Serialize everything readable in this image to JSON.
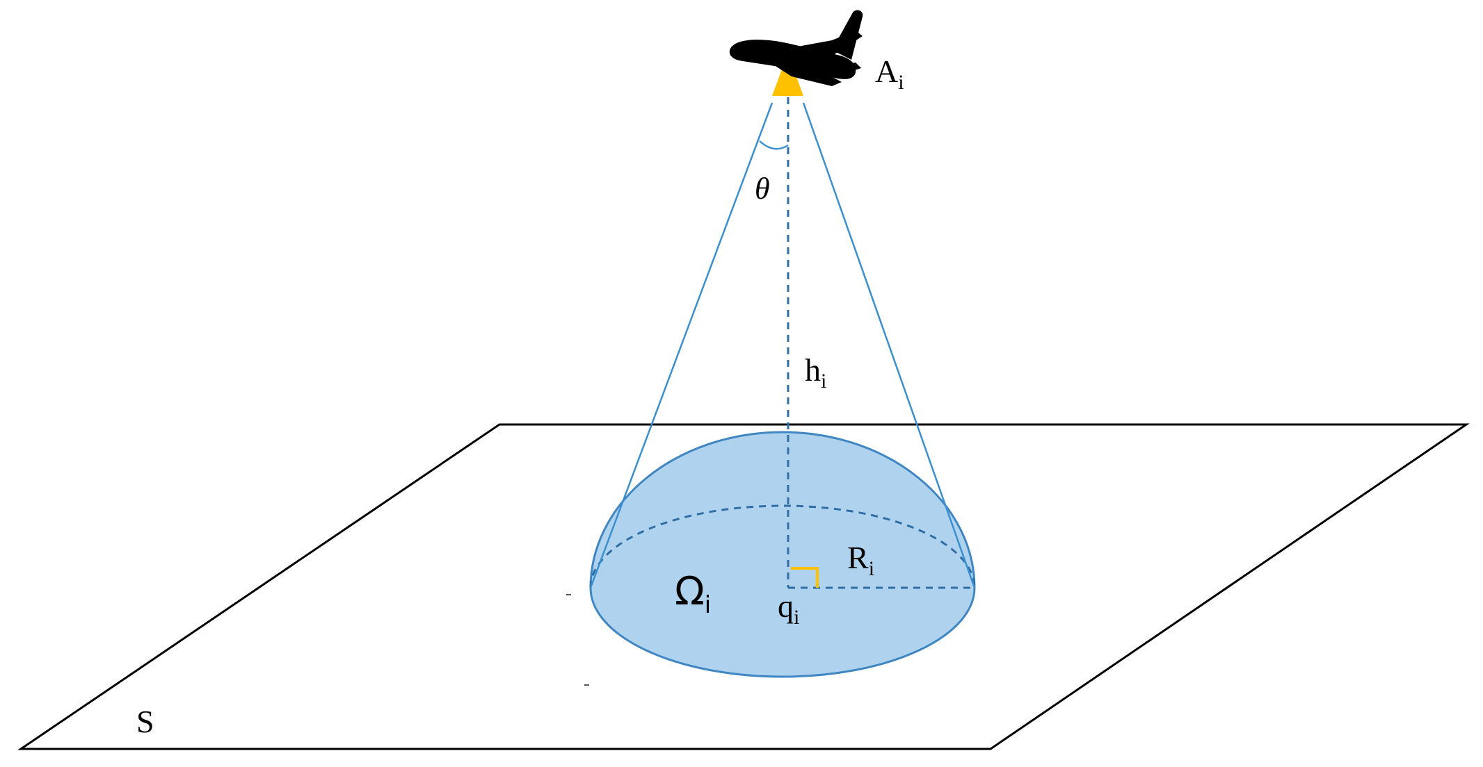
{
  "labels": {
    "aircraft": {
      "main": "A",
      "sub": "i"
    },
    "angle": "θ",
    "height": {
      "main": "h",
      "sub": "i"
    },
    "radius": {
      "main": "R",
      "sub": "i"
    },
    "center": {
      "main": "q",
      "sub": "i"
    },
    "region": {
      "main": "Ω",
      "sub": "i"
    },
    "plane": "S"
  },
  "colors": {
    "cone_lines": "#3a8fd0",
    "dome_fill": "#afd3ef",
    "dome_stroke": "#3f86c2",
    "dashed_lines": "#2f6fa6",
    "sensor": "#ffc000",
    "right_angle": "#ffc000",
    "plane_outline": "#000000",
    "aircraft": "#000000"
  },
  "icons": {
    "aircraft": "airplane-icon",
    "sensor": "sensor-cone-icon"
  }
}
